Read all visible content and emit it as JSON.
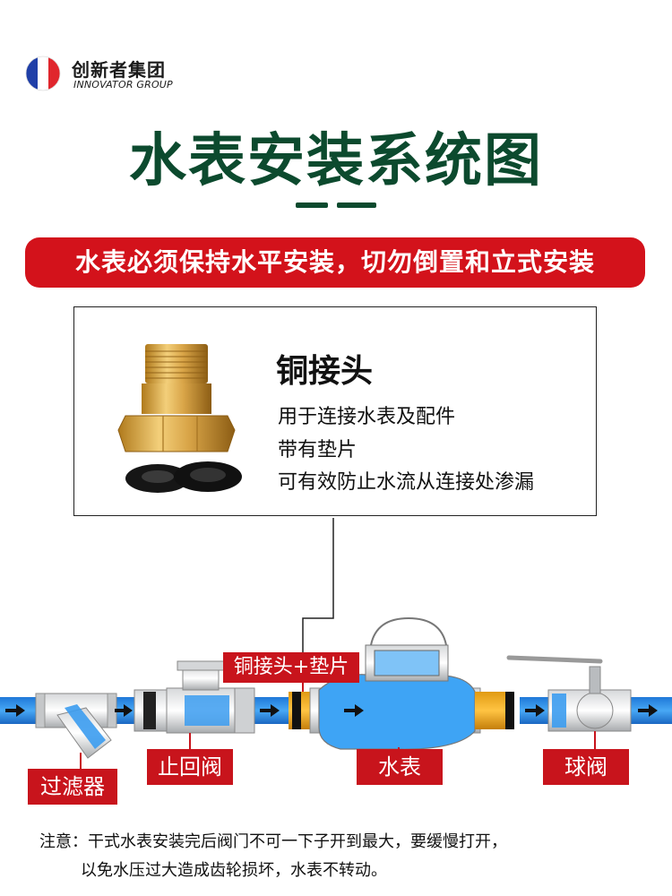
{
  "brand": {
    "name_cn": "创新者集团",
    "name_en": "INNOVATOR GROUP"
  },
  "title": "水表安装系统图",
  "warning": "水表必须保持水平安装，切勿倒置和立式安装",
  "fitting": {
    "name": "铜接头",
    "lines": [
      "用于连接水表及配件",
      "带有垫片",
      "可有效防止水流从连接处渗漏"
    ]
  },
  "labels": {
    "filter": "过滤器",
    "check_valve": "止回阀",
    "fitting_gasket": "铜接头+垫片",
    "water_meter": "水表",
    "ball_valve": "球阀"
  },
  "note": {
    "line1": "注意：干式水表安装完后阀门不可一下子开到最大，要缓慢打开，",
    "line2": "以免水压过大造成齿轮损坏，水表不转动。"
  },
  "colors": {
    "title_green": "#0c4a2e",
    "banner_red": "#d3121b",
    "pipe_blue": "#2d8fe6",
    "brass": "#e8a41c"
  },
  "icons": [
    "french-flag-icon",
    "brass-fitting-icon",
    "gasket-icon",
    "flow-arrow-icon"
  ]
}
